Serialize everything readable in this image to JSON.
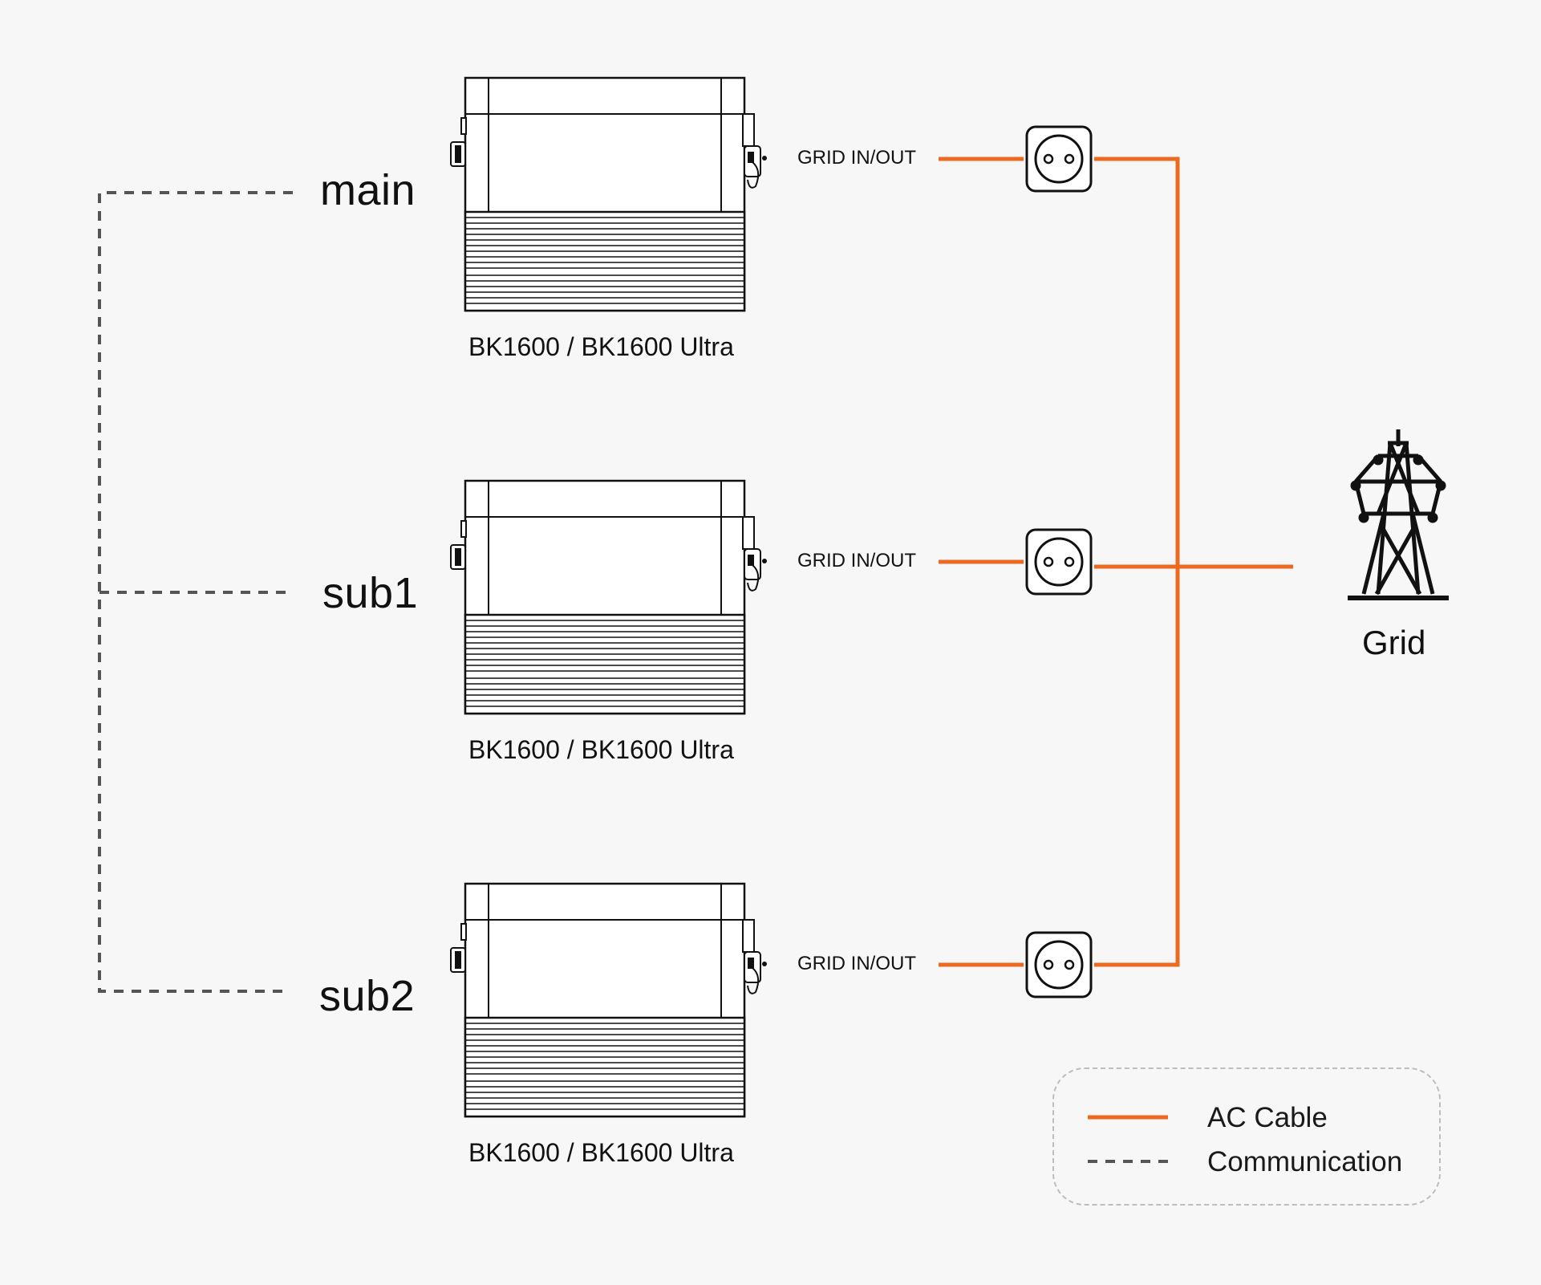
{
  "colors": {
    "background": "#f7f7f7",
    "ac_cable": "#ec6a20",
    "communication": "#555555",
    "outline": "#111111"
  },
  "units": [
    {
      "role": "main",
      "model": "BK1600 / BK1600 Ultra",
      "port_label": "GRID IN/OUT"
    },
    {
      "role": "sub1",
      "model": "BK1600 / BK1600 Ultra",
      "port_label": "GRID IN/OUT"
    },
    {
      "role": "sub2",
      "model": "BK1600 / BK1600 Ultra",
      "port_label": "GRID IN/OUT"
    }
  ],
  "grid": {
    "label": "Grid",
    "icon": "transmission-tower-icon"
  },
  "outlet_icon": "power-socket-icon",
  "legend": {
    "ac_cable": "AC Cable",
    "communication": "Communication"
  }
}
